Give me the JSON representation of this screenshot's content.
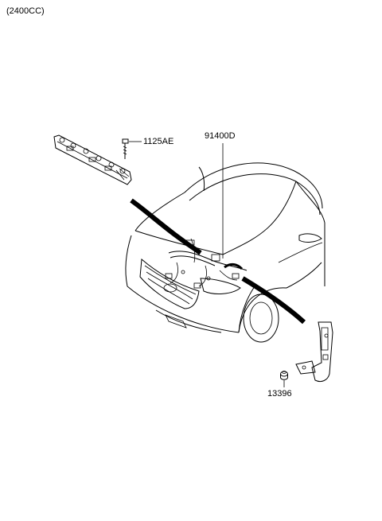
{
  "header": {
    "engine_spec": "(2400CC)"
  },
  "parts": [
    {
      "number": "1125AE",
      "item": "bolt"
    },
    {
      "number": "91400D",
      "item": "wiring harness"
    },
    {
      "number": "13396",
      "item": "nut"
    }
  ]
}
